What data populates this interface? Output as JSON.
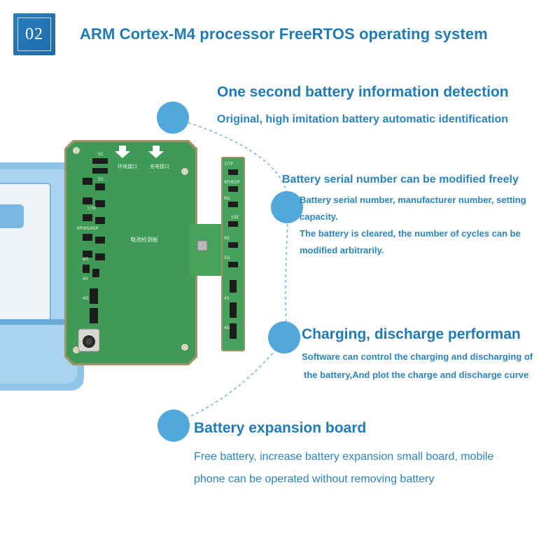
{
  "badge": {
    "label": "02"
  },
  "title": "ARM Cortex-M4 processor FreeRTOS operating system",
  "features": [
    {
      "heading": "One second battery information detection",
      "subheading": "Original, high imitation battery automatic identification"
    },
    {
      "heading": "Battery serial number can be modified freely",
      "lines": [
        "Battery serial number, manufacturer number, setting",
        "capacity.",
        "The battery is cleared, the number of cycles can be",
        "modified arbitrarily."
      ]
    },
    {
      "heading": "Charging, discharge performan",
      "lines": [
        "Software can control the charging and discharging of",
        "the battery,And plot the charge and discharge curve"
      ]
    },
    {
      "heading": "Battery expansion board",
      "lines": [
        "Free battery, increase battery expansion small board, mobile",
        "phone can be operated without removing battery"
      ]
    }
  ],
  "board": {
    "main_label": "电池检测板",
    "port1": "环境接口",
    "port2": "充电接口",
    "labels_left": [
      "5C",
      "5S",
      "7/7P",
      "6P/6S/6SP",
      "6G",
      "4S",
      "4G"
    ],
    "labels_strip": [
      "7/7P",
      "6P/6S/P",
      "6G",
      "5SE",
      "6S",
      "5G",
      "4S",
      "4G"
    ]
  },
  "colors": {
    "accent": "#1f7bb8",
    "dot": "#52a9dc",
    "pcb": "#3f9a57"
  }
}
